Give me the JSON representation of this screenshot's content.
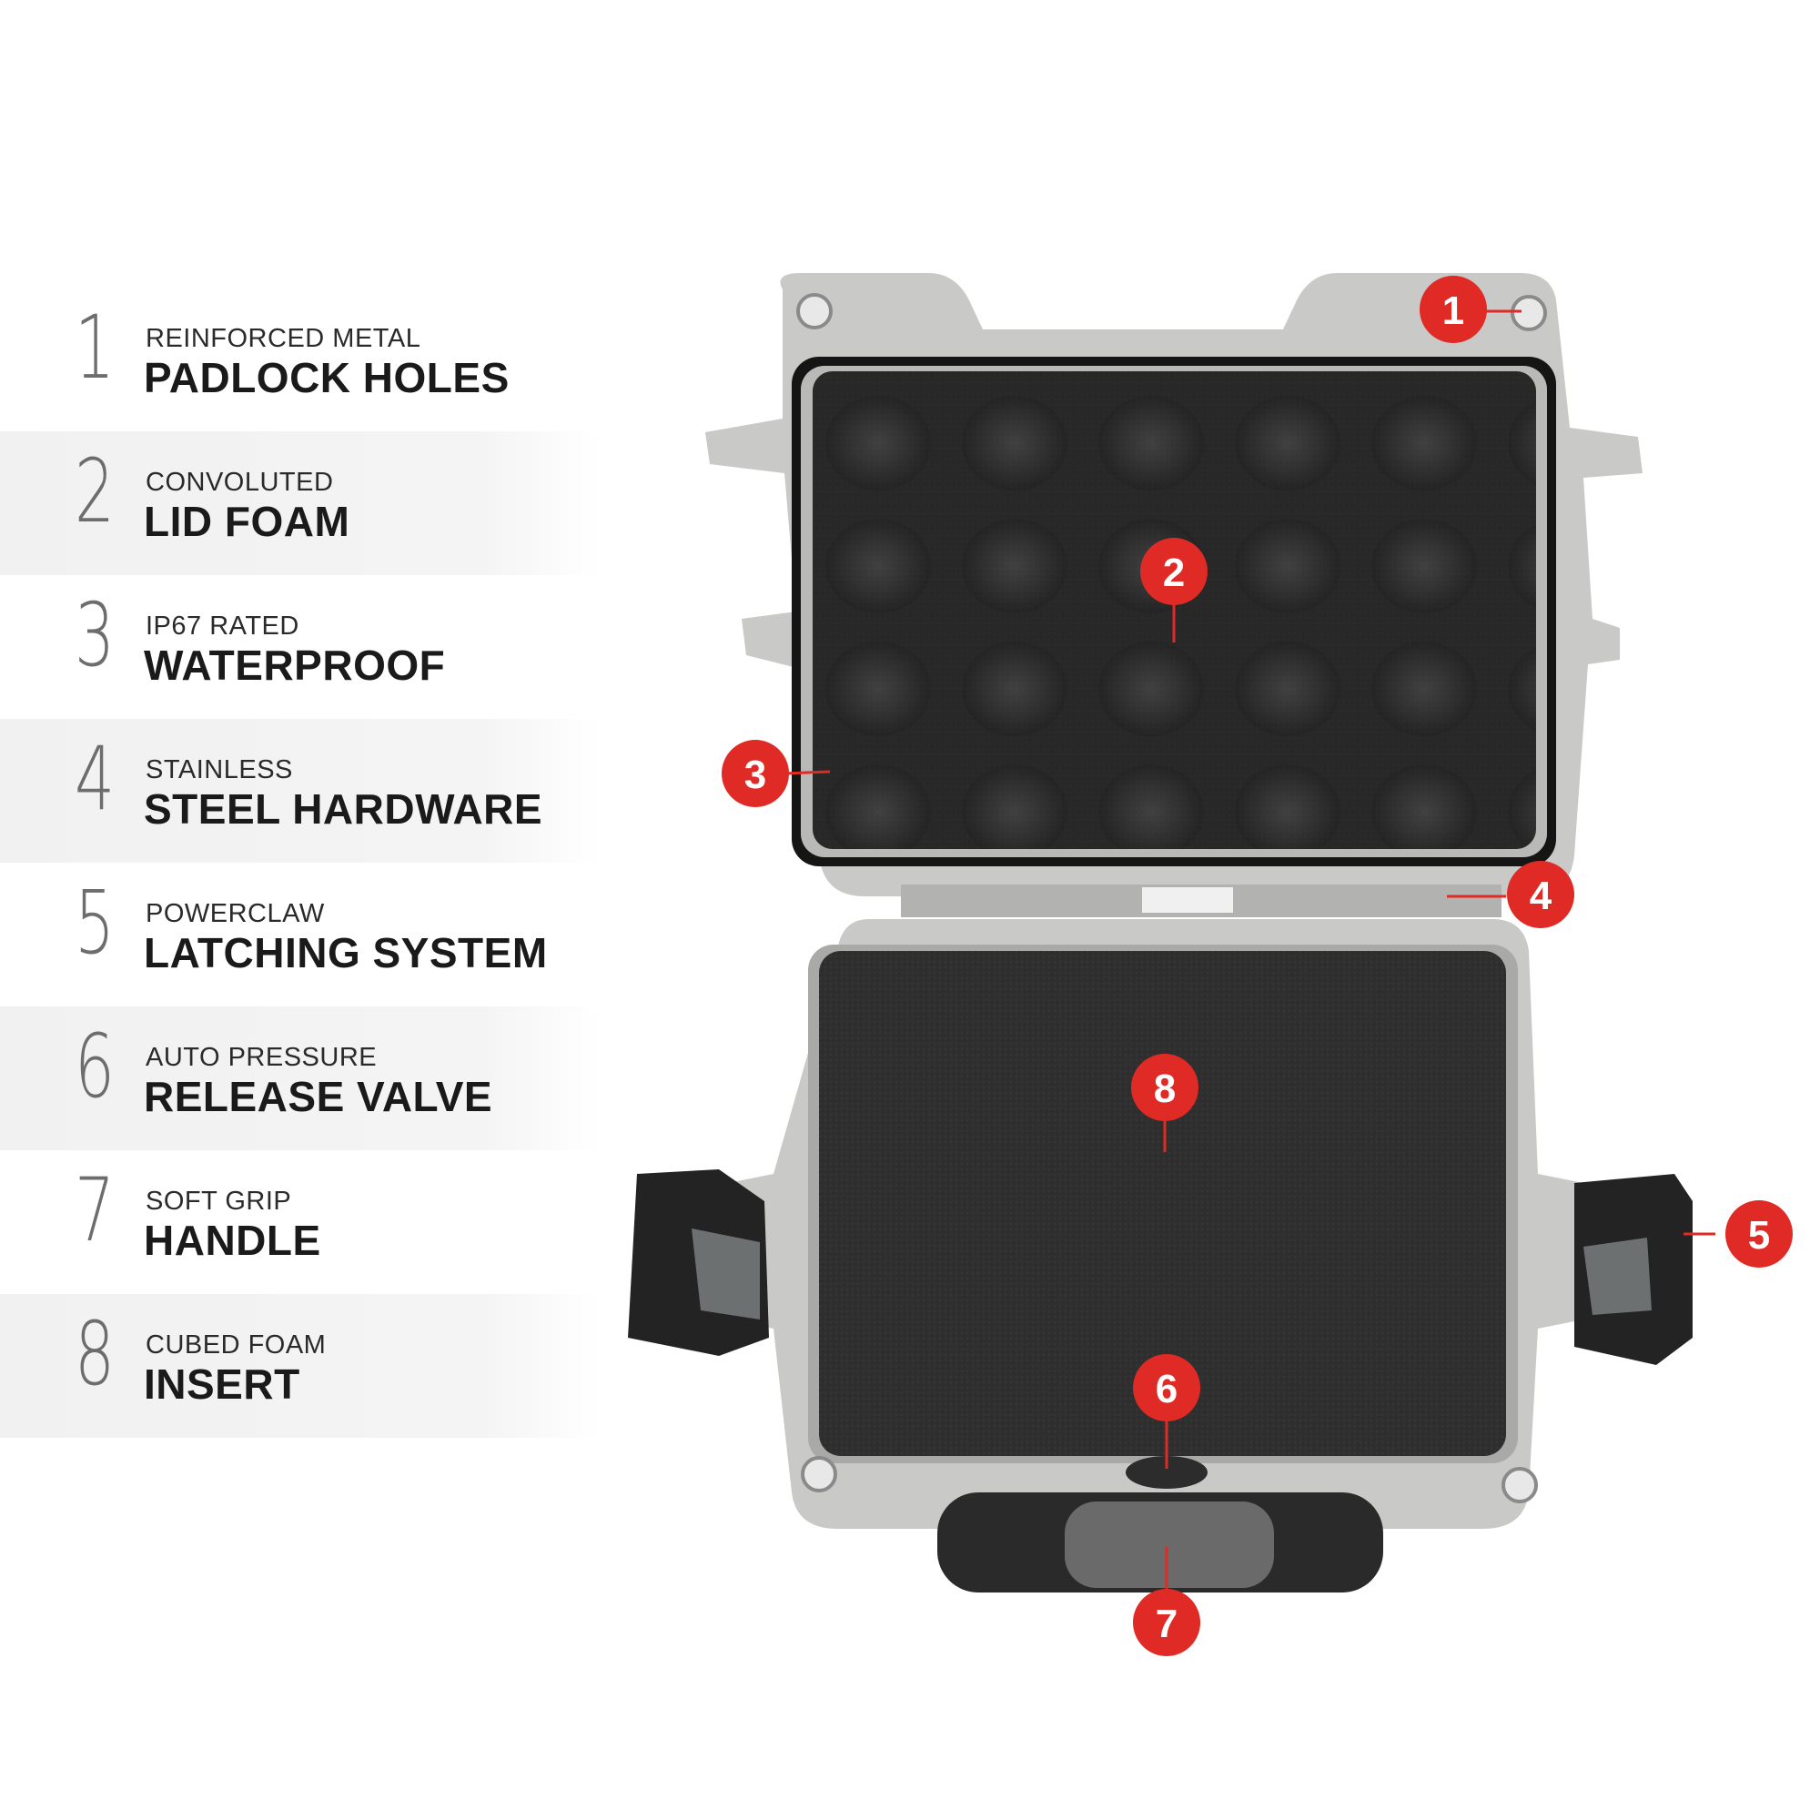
{
  "features": [
    {
      "number": "1",
      "line1": "REINFORCED METAL",
      "line2": "PADLOCK HOLES"
    },
    {
      "number": "2",
      "line1": "CONVOLUTED",
      "line2": "LID FOAM"
    },
    {
      "number": "3",
      "line1": "IP67 RATED",
      "line2": "WATERPROOF"
    },
    {
      "number": "4",
      "line1": "STAINLESS",
      "line2": "STEEL HARDWARE"
    },
    {
      "number": "5",
      "line1": "POWERCLAW",
      "line2": "LATCHING SYSTEM"
    },
    {
      "number": "6",
      "line1": "AUTO PRESSURE",
      "line2": "RELEASE VALVE"
    },
    {
      "number": "7",
      "line1": "SOFT GRIP",
      "line2": "HANDLE"
    },
    {
      "number": "8",
      "line1": "CUBED FOAM",
      "line2": "INSERT"
    }
  ],
  "markers": [
    "1",
    "2",
    "3",
    "4",
    "5",
    "6",
    "7",
    "8"
  ],
  "colors": {
    "marker_red": "#e02a25",
    "case_body": "#c9c9c7",
    "foam": "#2e2e2e",
    "latch": "#232323"
  }
}
